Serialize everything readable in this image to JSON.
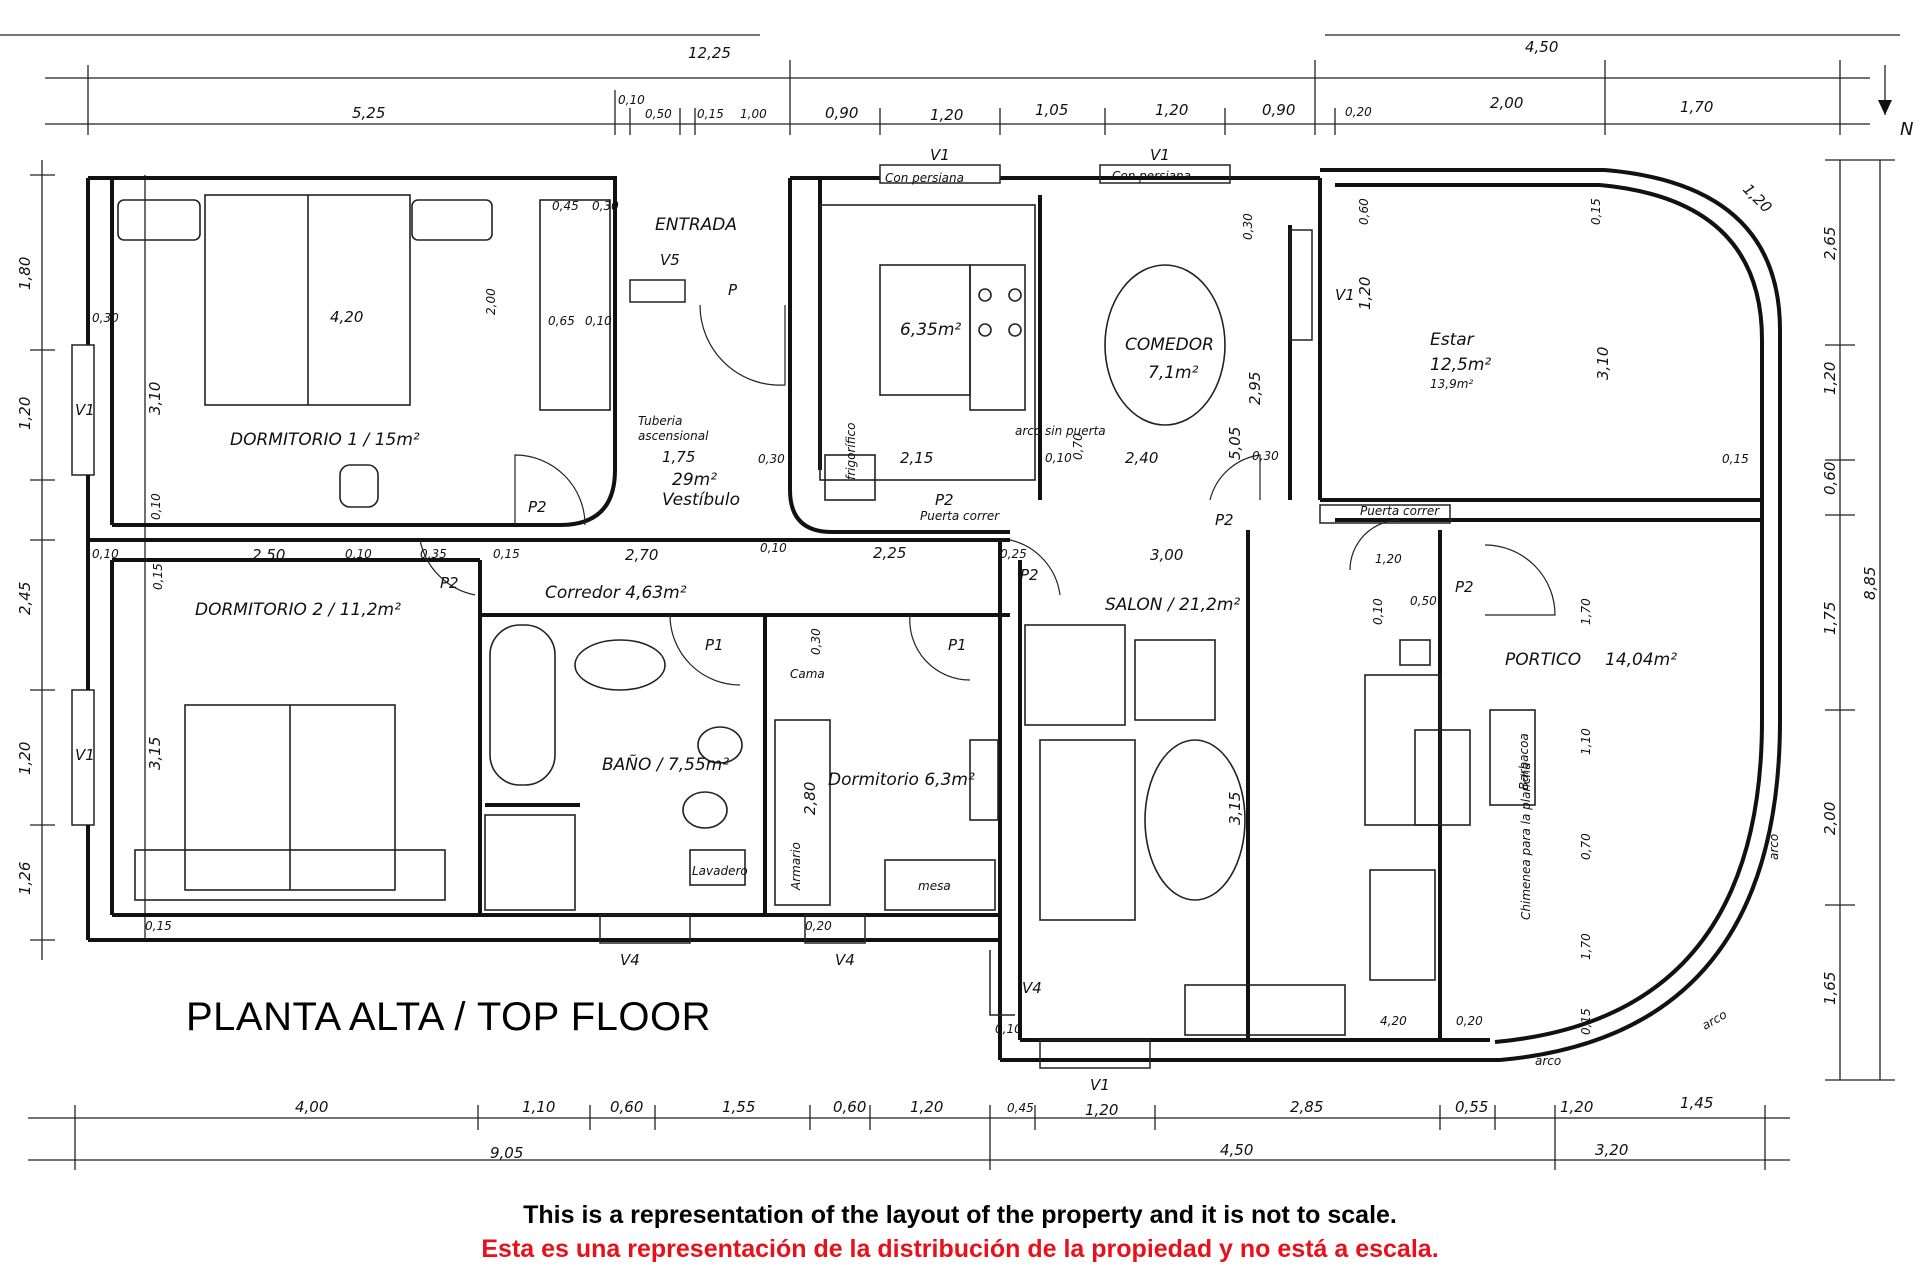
{
  "floor_title": "PLANTA ALTA  /  TOP FLOOR",
  "disclaimer_en": "This is a representation of the layout of the property and it is not to scale.",
  "disclaimer_es": "Esta es una representación de la distribución de la propiedad y no está a escala.",
  "colors": {
    "ink": "#111111",
    "disclaimer_red": "#e8101a"
  },
  "north_label": "N",
  "rooms": {
    "entrada": "ENTRADA",
    "dormitorio1": "DORMITORIO 1 / 15m²",
    "dormitorio2": "DORMITORIO 2 / 11,2m²",
    "comedor": "COMEDOR",
    "comedor_area": "7,1m²",
    "kitchen_area": "6,35m²",
    "estar": "Estar",
    "estar_area1": "12,5m²",
    "estar_area2": "13,9m²",
    "vestibulo_area": "29m²",
    "vestibulo": "Vestíbulo",
    "corredor": "Corredor 4,63m²",
    "salon": "SALON / 21,2m²",
    "portico": "PORTICO",
    "portico_area": "14,04m²",
    "bano": "BAÑO / 7,55m²",
    "dormitorio3": "Dormitorio 6,3m²"
  },
  "labels": {
    "v1": "V1",
    "v4": "V4",
    "v5": "V5",
    "p": "P",
    "p1": "P1",
    "p2": "P2",
    "conpersiana": "Con persiana",
    "tuberia": "Tuberia",
    "ascensional": "ascensional",
    "arco_sin_puerta": "arco sin puerta",
    "puerta_correr": "Puerta correr",
    "frigorifico": "frigorífico",
    "cama": "Cama",
    "armario": "Armario",
    "lavadero": "Lavadero",
    "barbacoa": "Barbacoa",
    "chimenea": "Chimenea para la plancha",
    "arco": "arco",
    "mesa": "mesa"
  },
  "dims_top_row1": {
    "total_left": "12,25",
    "total_right": "4,50"
  },
  "dims_top_row2": [
    "5,25",
    "0,10",
    "0,50",
    "0,15",
    "1,00",
    "0,90",
    "1,20",
    "1,05",
    "1,20",
    "0,90",
    "0,20",
    "2,00",
    "1,70"
  ],
  "dims_left": [
    "1,80",
    "1,20",
    "3,10",
    "2,45",
    "1,20",
    "3,15",
    "1,26"
  ],
  "dims_right": [
    "2,65",
    "1,20",
    "0,60",
    "1,75",
    "2,00",
    "1,65",
    "8,85",
    "1,20"
  ],
  "dims_bottom_row1": [
    "4,00",
    "1,10",
    "0,60",
    "1,55",
    "0,60",
    "1,20",
    "0,45",
    "1,20",
    "2,85",
    "0,55",
    "1,20",
    "1,45"
  ],
  "dims_bottom_row2": [
    "9,05",
    "4,50",
    "3,20"
  ],
  "dims_inner": [
    "4,20",
    "2,00",
    "0,45",
    "0,30",
    "0,65",
    "0,10",
    "0,30",
    "0,10",
    "1,75",
    "0,30",
    "2,15",
    "0,10",
    "0,70",
    "2,40",
    "0,30",
    "2,95",
    "0,30",
    "1,20",
    "0,60",
    "0,15",
    "3,10",
    "0,15",
    "2,50",
    "0,10",
    "0,35",
    "0,15",
    "2,70",
    "0,10",
    "2,25",
    "0,25",
    "3,00",
    "1,20",
    "0,10",
    "0,50",
    "1,70",
    "1,10",
    "0,70",
    "1,70",
    "0,15",
    "4,20",
    "0,20",
    "2,80",
    "3,15",
    "5,05",
    "0,30",
    "0,20",
    "0,15",
    "0,10",
    "0,15",
    "0,10"
  ]
}
